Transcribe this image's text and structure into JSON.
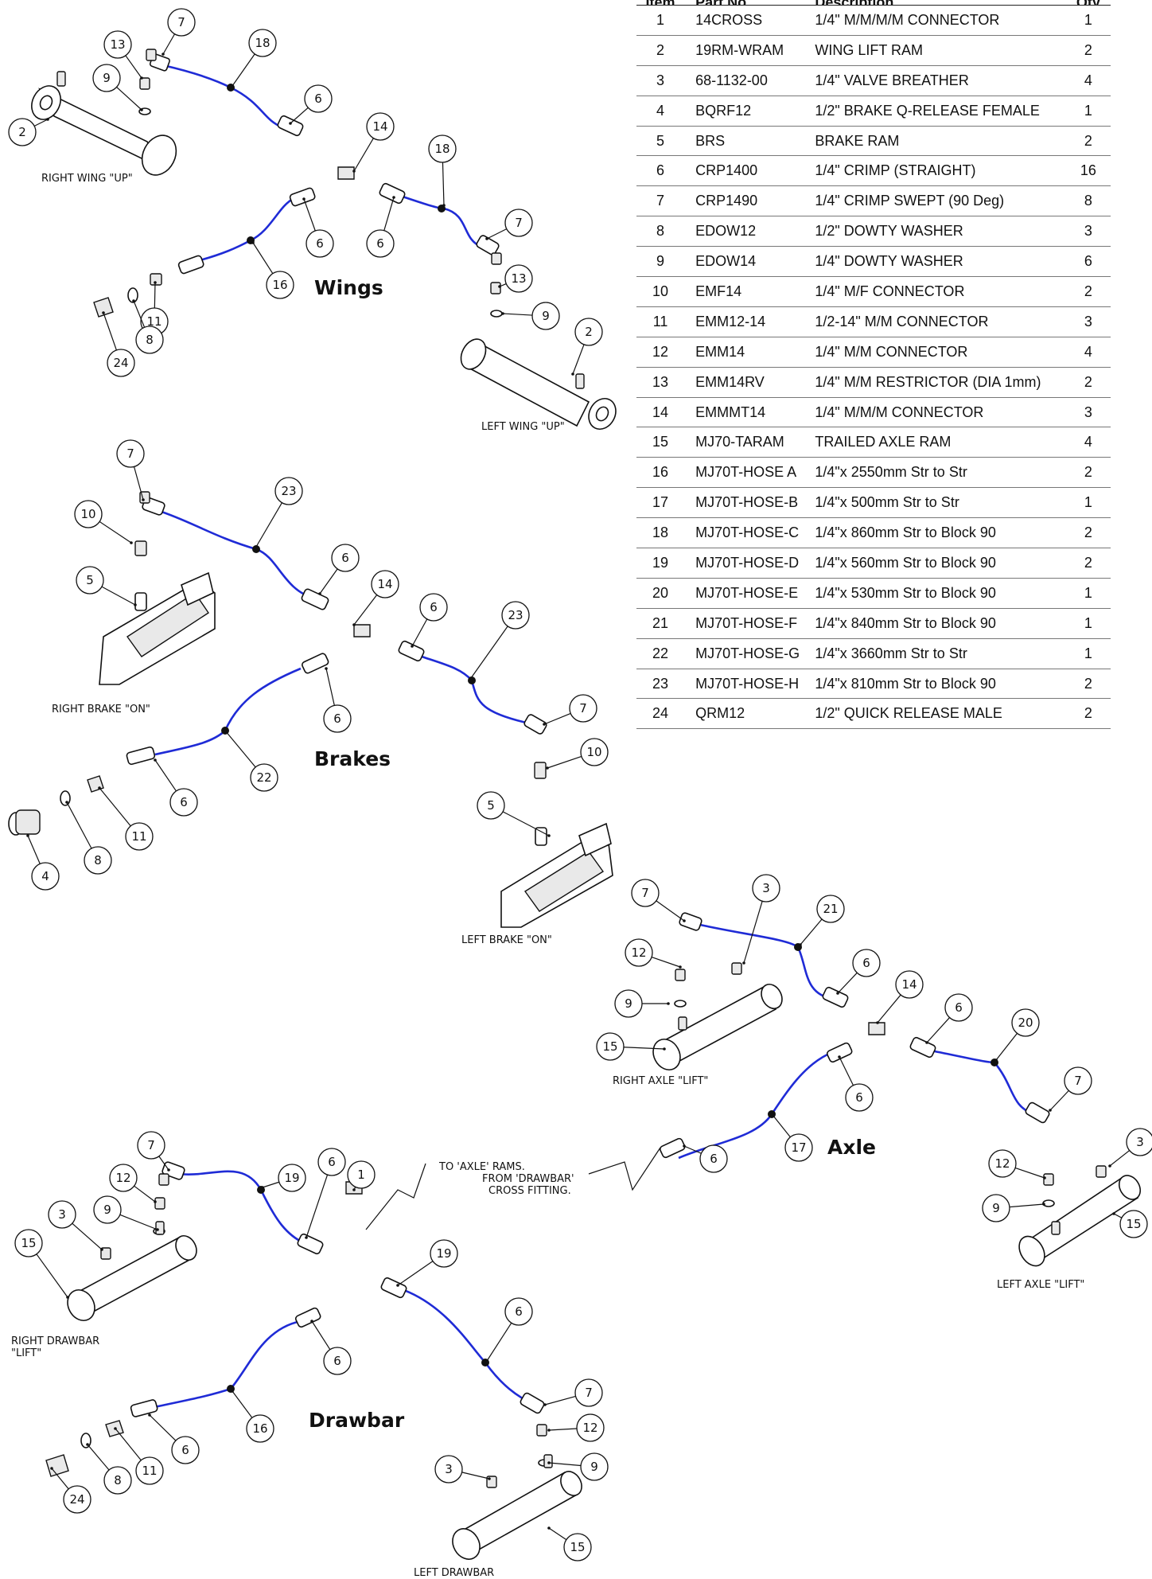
{
  "bom": {
    "headers": [
      "Item",
      "Part No.",
      "Description",
      "Qty"
    ],
    "rows": [
      {
        "item": "1",
        "part": "14CROSS",
        "desc": "1/4\" M/M/M/M CONNECTOR",
        "qty": "1"
      },
      {
        "item": "2",
        "part": "19RM-WRAM",
        "desc": "WING LIFT RAM",
        "qty": "2"
      },
      {
        "item": "3",
        "part": "68-1132-00",
        "desc": "1/4\" VALVE BREATHER",
        "qty": "4"
      },
      {
        "item": "4",
        "part": "BQRF12",
        "desc": "1/2\" BRAKE Q-RELEASE FEMALE",
        "qty": "1"
      },
      {
        "item": "5",
        "part": "BRS",
        "desc": "BRAKE RAM",
        "qty": "2"
      },
      {
        "item": "6",
        "part": "CRP1400",
        "desc": "1/4\" CRIMP (STRAIGHT)",
        "qty": "16"
      },
      {
        "item": "7",
        "part": "CRP1490",
        "desc": "1/4\" CRIMP SWEPT (90 Deg)",
        "qty": "8"
      },
      {
        "item": "8",
        "part": "EDOW12",
        "desc": "1/2\" DOWTY WASHER",
        "qty": "3"
      },
      {
        "item": "9",
        "part": "EDOW14",
        "desc": "1/4\" DOWTY WASHER",
        "qty": "6"
      },
      {
        "item": "10",
        "part": "EMF14",
        "desc": "1/4\" M/F CONNECTOR",
        "qty": "2"
      },
      {
        "item": "11",
        "part": "EMM12-14",
        "desc": "1/2-14\" M/M CONNECTOR",
        "qty": "3"
      },
      {
        "item": "12",
        "part": "EMM14",
        "desc": "1/4\" M/M CONNECTOR",
        "qty": "4"
      },
      {
        "item": "13",
        "part": "EMM14RV",
        "desc": "1/4\" M/M RESTRICTOR (DIA 1mm)",
        "qty": "2"
      },
      {
        "item": "14",
        "part": "EMMMT14",
        "desc": "1/4\" M/M/M CONNECTOR",
        "qty": "3"
      },
      {
        "item": "15",
        "part": "MJ70-TARAM",
        "desc": "TRAILED AXLE RAM",
        "qty": "4"
      },
      {
        "item": "16",
        "part": "MJ70T-HOSE A",
        "desc": "1/4\"x 2550mm Str to Str",
        "qty": "2"
      },
      {
        "item": "17",
        "part": "MJ70T-HOSE-B",
        "desc": "1/4\"x 500mm Str to Str",
        "qty": "1"
      },
      {
        "item": "18",
        "part": "MJ70T-HOSE-C",
        "desc": "1/4\"x 860mm Str to Block 90",
        "qty": "2"
      },
      {
        "item": "19",
        "part": "MJ70T-HOSE-D",
        "desc": "1/4\"x 560mm Str to Block 90",
        "qty": "2"
      },
      {
        "item": "20",
        "part": "MJ70T-HOSE-E",
        "desc": "1/4\"x 530mm Str to Block 90",
        "qty": "1"
      },
      {
        "item": "21",
        "part": "MJ70T-HOSE-F",
        "desc": "1/4\"x 840mm Str to Block 90",
        "qty": "1"
      },
      {
        "item": "22",
        "part": "MJ70T-HOSE-G",
        "desc": "1/4\"x 3660mm Str to Str",
        "qty": "1"
      },
      {
        "item": "23",
        "part": "MJ70T-HOSE-H",
        "desc": "1/4\"x 810mm Str to Block 90",
        "qty": "2"
      },
      {
        "item": "24",
        "part": "QRM12",
        "desc": "1/2\" QUICK RELEASE MALE",
        "qty": "2"
      }
    ]
  },
  "sections": {
    "wings": "Wings",
    "brakes": "Brakes",
    "axle": "Axle",
    "drawbar": "Drawbar"
  },
  "labels": {
    "right_wing": "RIGHT WING \"UP\"",
    "left_wing": "LEFT WING \"UP\"",
    "right_brake": "RIGHT BRAKE \"ON\"",
    "left_brake": "LEFT BRAKE \"ON\"",
    "right_axle": "RIGHT AXLE \"LIFT\"",
    "left_axle": "LEFT AXLE \"LIFT\"",
    "right_drawbar_1": "RIGHT DRAWBAR",
    "right_drawbar_2": "\"LIFT\"",
    "left_drawbar": "LEFT DRAWBAR",
    "from_drawbar_1": "FROM 'DRAWBAR'",
    "from_drawbar_2": "CROSS FITTING.",
    "to_axle": "TO 'AXLE' RAMS."
  },
  "callouts": [
    "7",
    "13",
    "18",
    "9",
    "6",
    "2",
    "14",
    "18",
    "6",
    "7",
    "16",
    "6",
    "11",
    "8",
    "24",
    "13",
    "9",
    "2",
    "7",
    "23",
    "10",
    "6",
    "5",
    "14",
    "6",
    "23",
    "6",
    "7",
    "10",
    "22",
    "6",
    "11",
    "8",
    "4",
    "5",
    "3",
    "7",
    "21",
    "12",
    "6",
    "9",
    "14",
    "6",
    "20",
    "15",
    "6",
    "7",
    "17",
    "6",
    "3",
    "12",
    "9",
    "15",
    "7",
    "19",
    "12",
    "6",
    "9",
    "1",
    "3",
    "15",
    "6",
    "19",
    "6",
    "7",
    "16",
    "12",
    "6",
    "9",
    "11",
    "8",
    "24",
    "3",
    "15"
  ],
  "colors": {
    "hose": "#1f2bd6",
    "ink": "#111111",
    "rule": "#777777"
  }
}
